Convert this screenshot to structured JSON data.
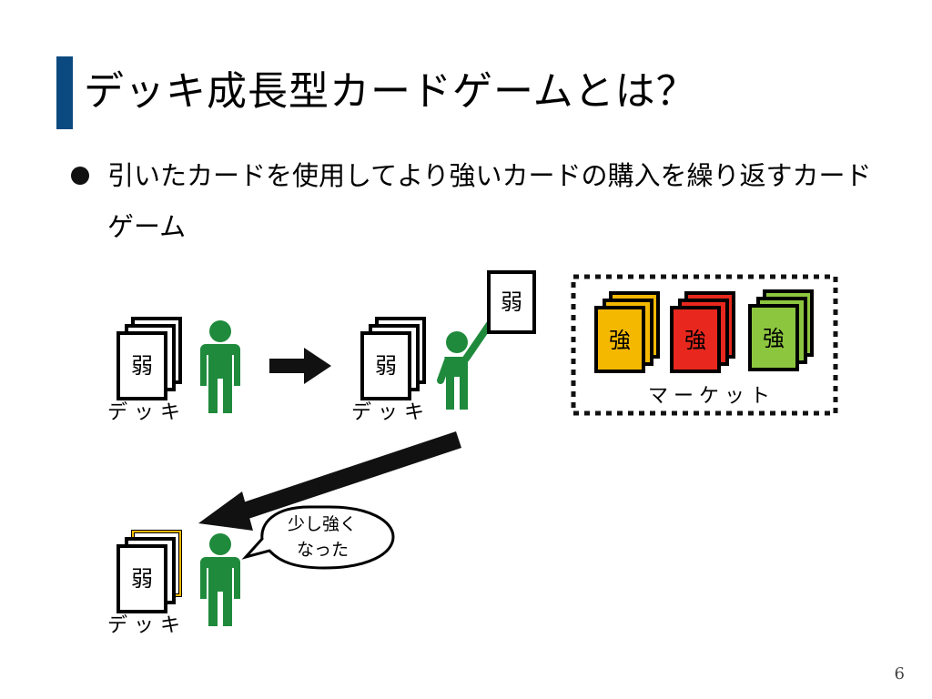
{
  "slide": {
    "title": "デッキ成長型カードゲームとは？",
    "bullet": "引いたカードを使用してより強いカードの購入を繰り返すカードゲーム",
    "page_number": "6"
  },
  "diagram": {
    "weak_card_label": "弱",
    "strong_card_label": "強",
    "deck_label": "デッキ",
    "market_label": "マーケット",
    "speech_bubble": [
      "少し強く",
      "なった"
    ],
    "colors": {
      "title_bar": "#0b4a80",
      "person": "#1f8a3c",
      "card_yellow": "#f5b800",
      "card_red": "#e8281e",
      "card_green": "#8cc63f",
      "arrow": "#111111"
    }
  }
}
